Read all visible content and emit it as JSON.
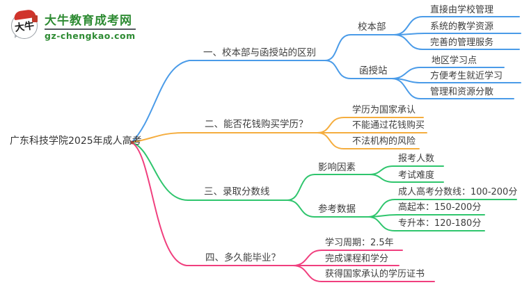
{
  "logo": {
    "icon_text": "大牛",
    "site_name": "大牛教育成考网",
    "site_domain": "gz-chengkao.com"
  },
  "colors": {
    "branch_blue": "#4A9BE8",
    "branch_yellow": "#F5AD3E",
    "branch_green": "#2FC56D",
    "branch_pink": "#F03F7E",
    "text": "#3D3D3D",
    "logo_green": "#2E8B33",
    "logo_red": "#D0342C"
  },
  "root": {
    "label": "广东科技学院2025年成人高考"
  },
  "branches": [
    {
      "label": "一、校本部与函授站的区别",
      "color": "#4A9BE8",
      "children": [
        {
          "label": "校本部",
          "children": [
            {
              "label": "直接由学校管理"
            },
            {
              "label": "系统的教学资源"
            },
            {
              "label": "完善的管理服务"
            }
          ]
        },
        {
          "label": "函授站",
          "children": [
            {
              "label": "地区学习点"
            },
            {
              "label": "方便考生就近学习"
            },
            {
              "label": "管理和资源分散"
            }
          ]
        }
      ]
    },
    {
      "label": "二、能否花钱购买学历？",
      "color": "#F5AD3E",
      "children": [
        {
          "label": "学历为国家承认"
        },
        {
          "label": "不能通过花钱购买"
        },
        {
          "label": "不法机构的风险"
        }
      ]
    },
    {
      "label": "三、录取分数线",
      "color": "#2FC56D",
      "children": [
        {
          "label": "影响因素",
          "children": [
            {
              "label": "报考人数"
            },
            {
              "label": "考试难度"
            }
          ]
        },
        {
          "label": "参考数据",
          "children": [
            {
              "label": "成人高考分数线：100-200分"
            },
            {
              "label": "高起本：150-200分"
            },
            {
              "label": "专升本：120-180分"
            }
          ]
        }
      ]
    },
    {
      "label": "四、多久能毕业？",
      "color": "#F03F7E",
      "children": [
        {
          "label": "学习周期：2.5年"
        },
        {
          "label": "完成课程和学分"
        },
        {
          "label": "获得国家承认的学历证书"
        }
      ]
    }
  ]
}
